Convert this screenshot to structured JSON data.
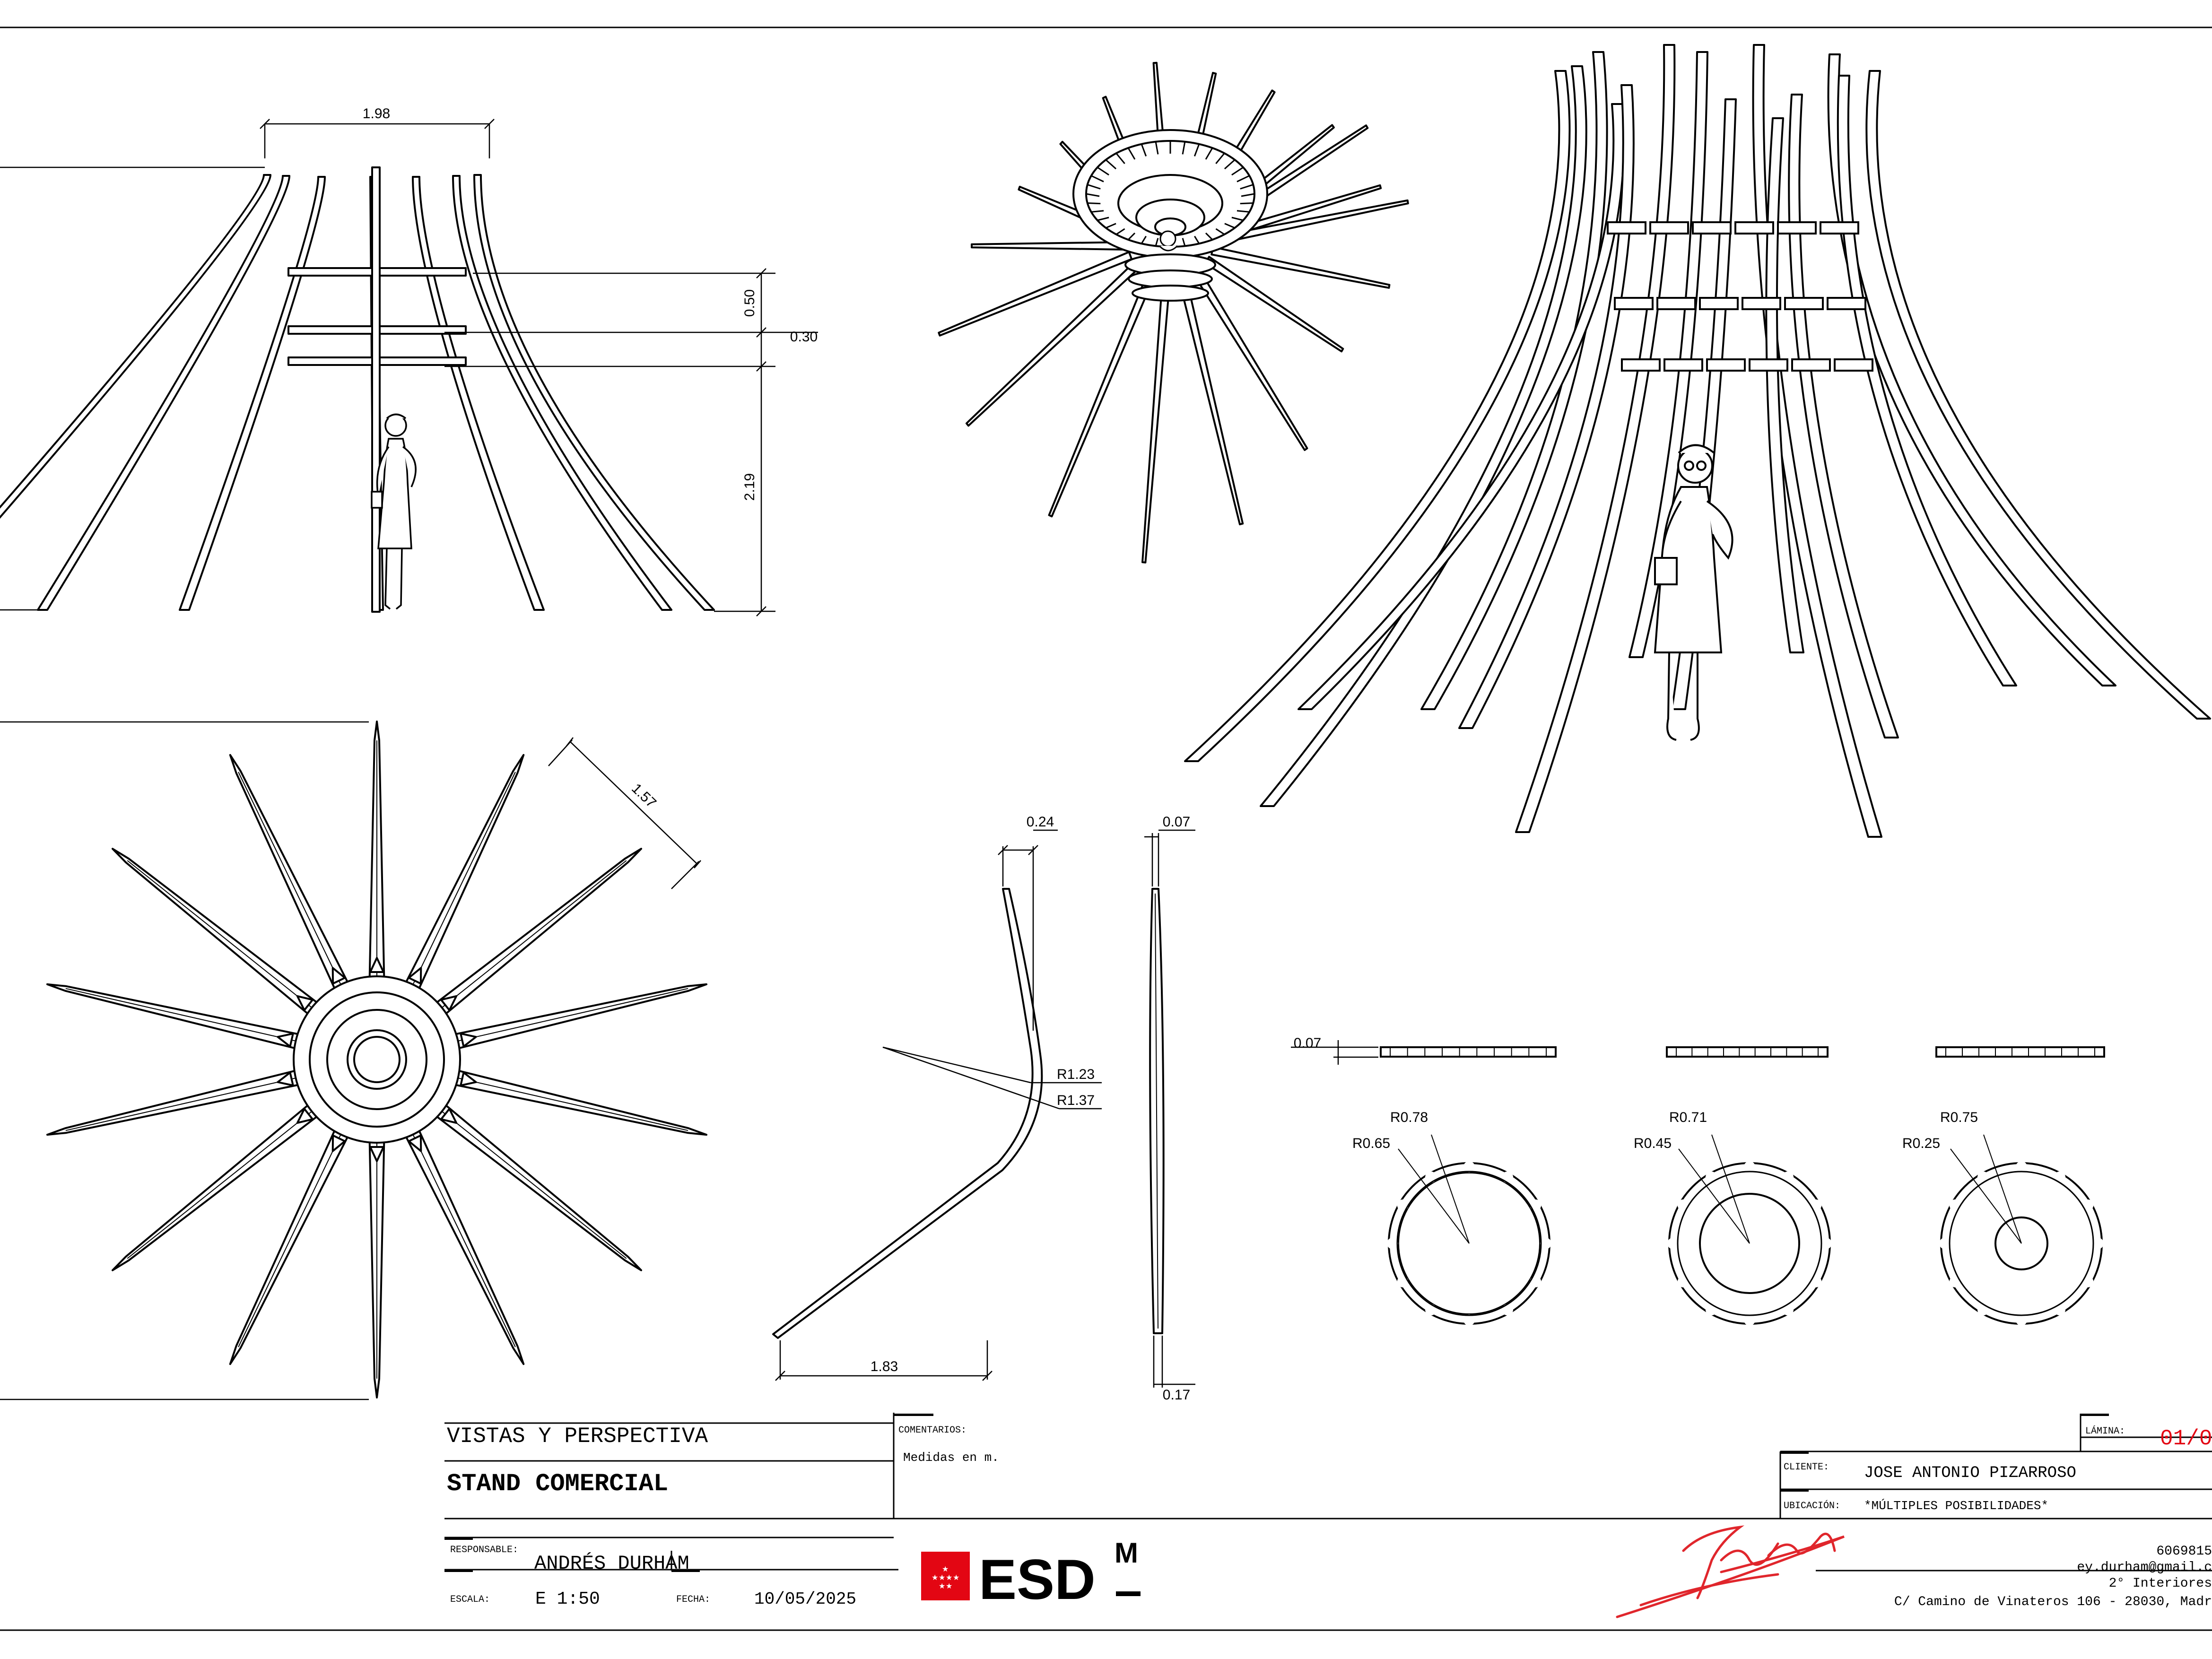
{
  "dimensions": {
    "front_width": "1.98",
    "ring_height": "0.50",
    "ring_gap": "0.30",
    "base_height": "2.19",
    "plan_rib_length": "1.57",
    "rib_top_width": "0.24",
    "rib_radius_inner": "R1.23",
    "rib_radius_outer": "R1.37",
    "rib_base_span": "1.83",
    "rib_side_top": "0.07",
    "rib_side_bottom": "0.17",
    "ring_thickness": "0.07",
    "ring1_outer": "R0.78",
    "ring1_inner": "R0.65",
    "ring2_outer": "R0.71",
    "ring2_inner": "R0.45",
    "ring3_outer": "R0.75",
    "ring3_inner": "R0.25"
  },
  "title_block": {
    "subtitle": "VISTAS Y PERSPECTIVA",
    "title": "STAND COMERCIAL",
    "comments_label": "COMENTARIOS:",
    "comments_text": "Medidas en m.",
    "sheet_label": "LÁMINA:",
    "sheet_number": "01/0",
    "client_label": "CLIENTE:",
    "client": "JOSE ANTONIO PIZARROSO",
    "location_label": "UBICACIÓN:",
    "location": "*MÚLTIPLES POSIBILIDADES*",
    "responsible_label": "RESPONSABLE:",
    "responsible": "ANDRÉS DURHAM",
    "scale_label": "ESCALA:",
    "scale": "E 1:50",
    "date_label": "FECHA:",
    "date": "10/05/2025",
    "logo_text": "ESD",
    "logo_sup": "M",
    "contact_phone": "6069815",
    "contact_email": "ey.durham@gmail.c",
    "contact_course": "2° Interiores",
    "contact_address": "C/ Camino de Vinateros 106 - 28030, Madr"
  },
  "colors": {
    "line": "#000000",
    "accent_red": "#e30613",
    "signature": "#e0262c"
  }
}
